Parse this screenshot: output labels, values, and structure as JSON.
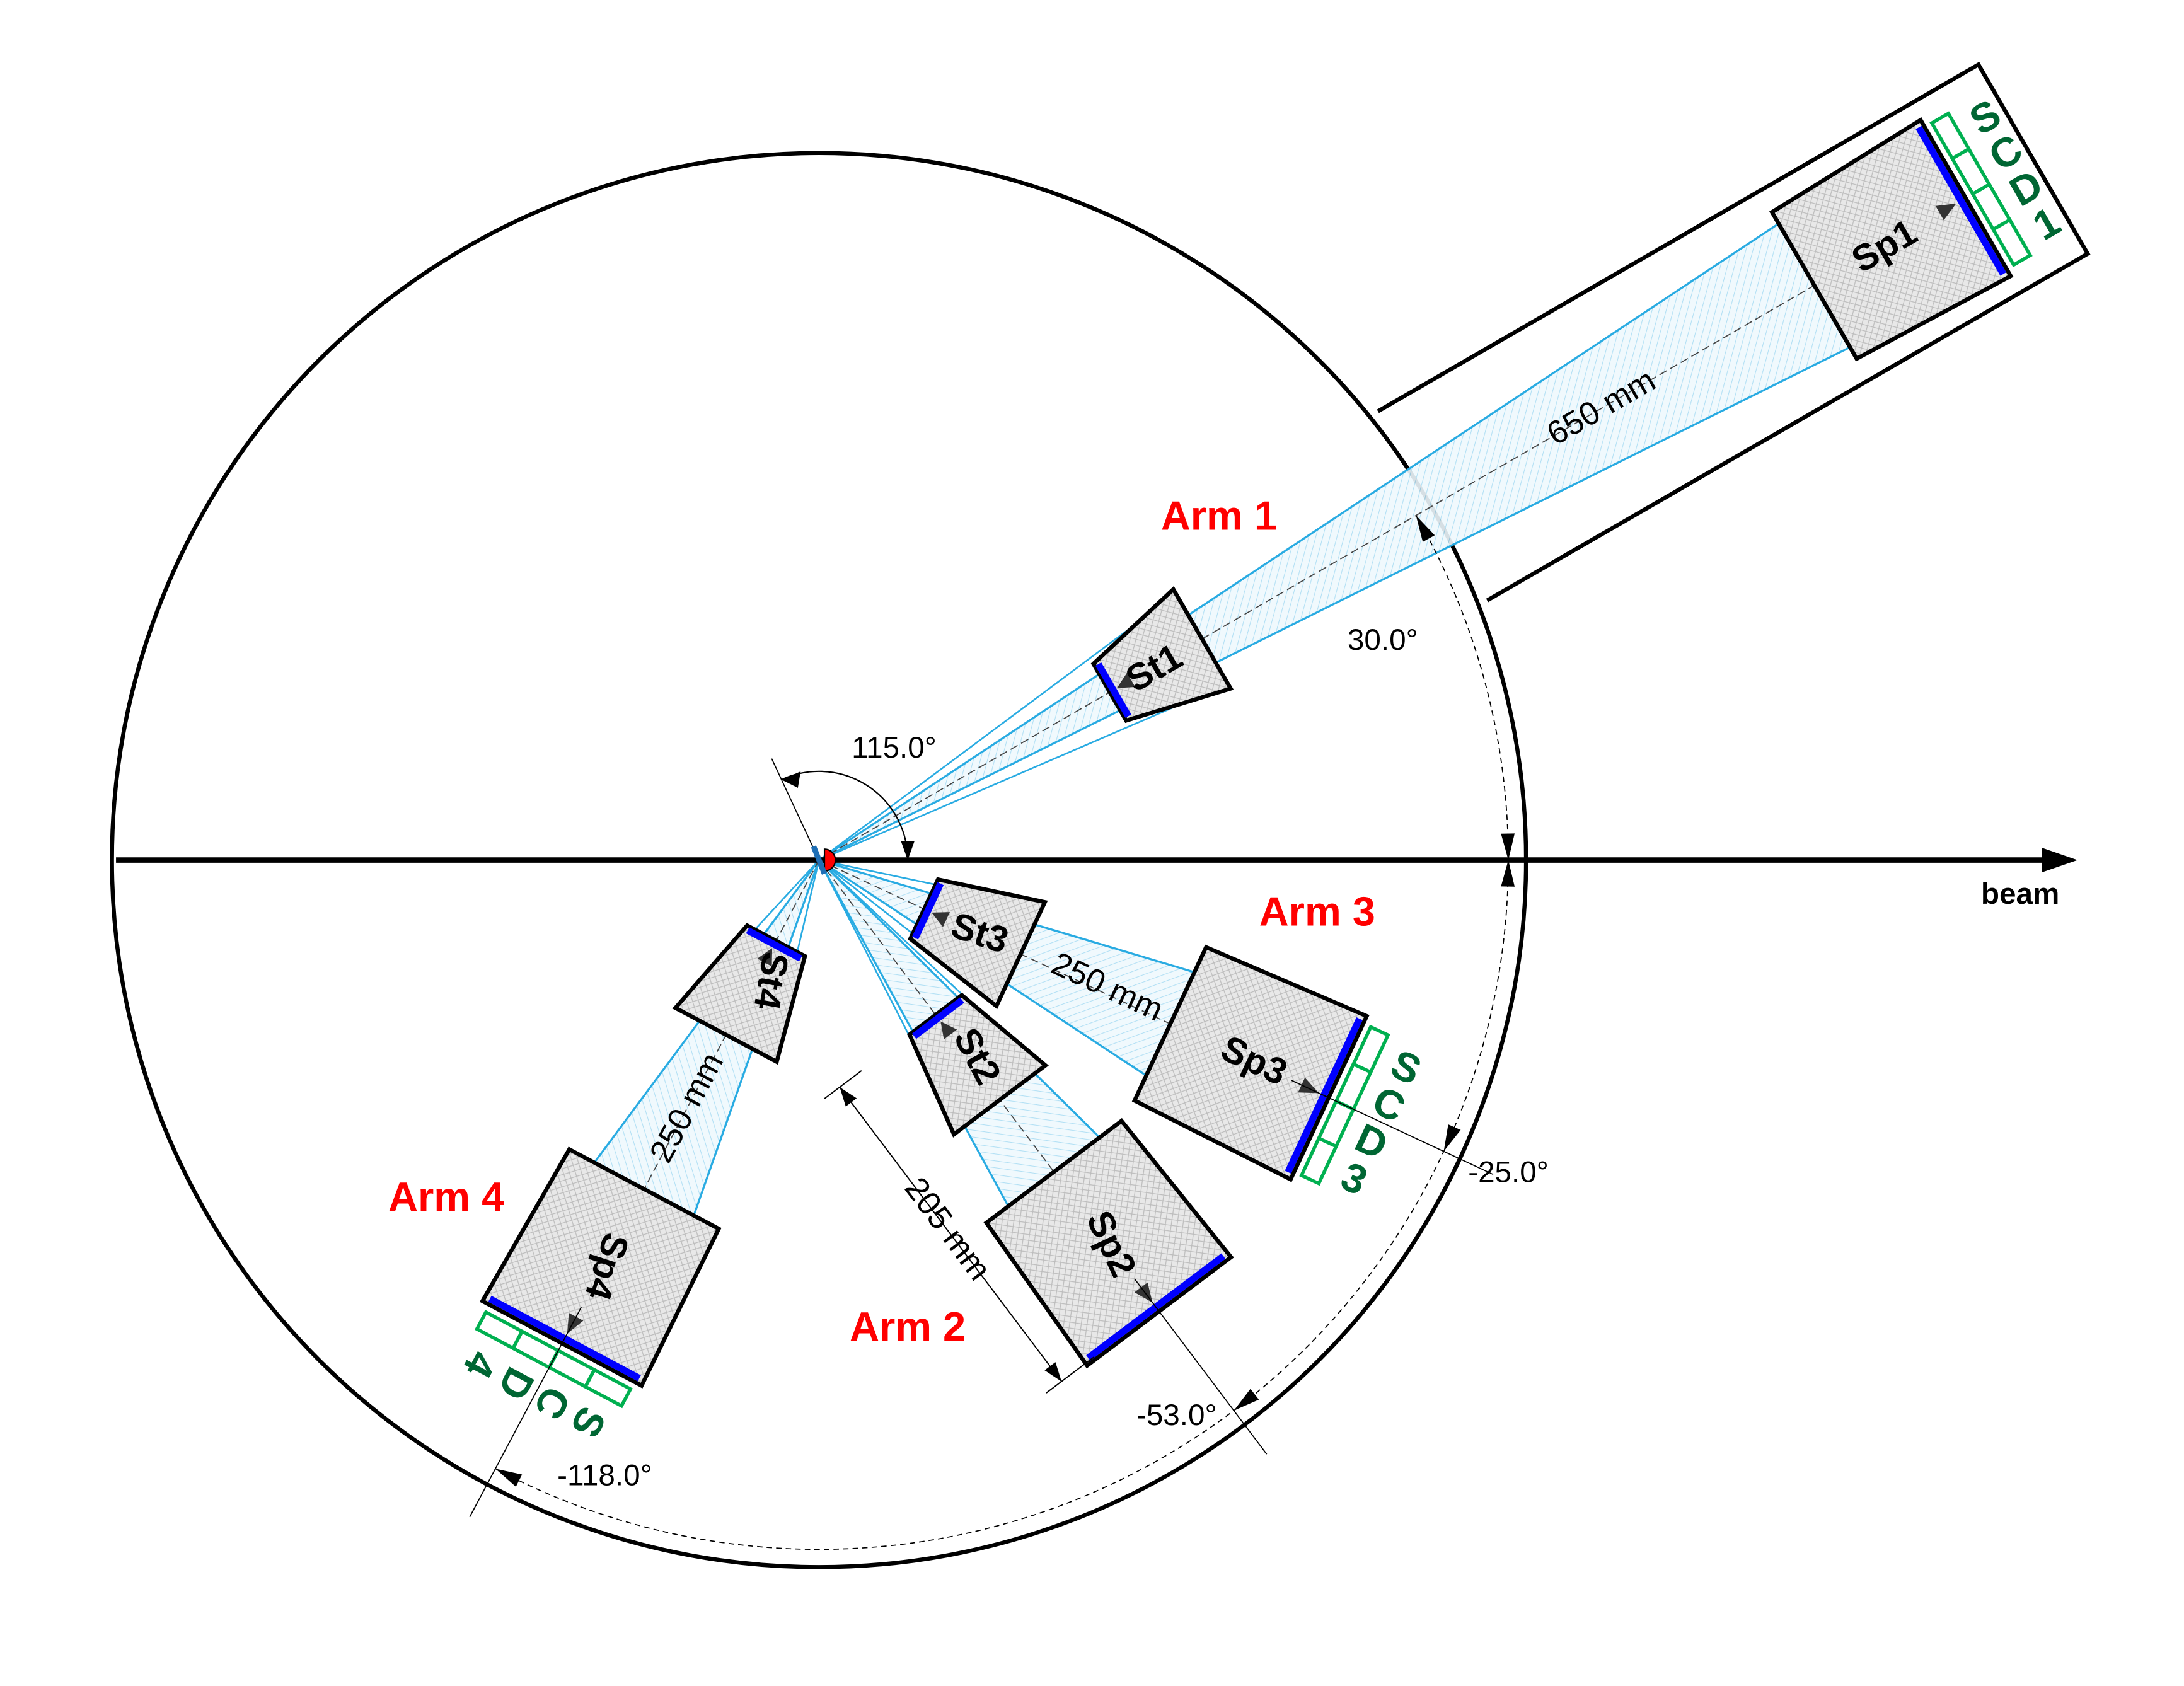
{
  "beam_label": "beam",
  "target_angle_label": "115.0°",
  "colors": {
    "arm_label": "#ff0000",
    "detector_letters": "#006633",
    "detector_boxes": "#00b050",
    "sensitive_face": "#0000ff",
    "acceptance_lines": "#29abe2",
    "target": "#ff0000"
  },
  "arms": [
    {
      "name": "Arm 1",
      "angle_deg": 30,
      "angle_label": "30.0°",
      "distance_label": "650 mm",
      "stop_label": "St1",
      "spec_label": "Sp1",
      "detector_letters": [
        "S",
        "C",
        "D",
        "1"
      ]
    },
    {
      "name": "Arm 2",
      "angle_deg": -53,
      "angle_label": "-53.0°",
      "distance_label": "205 mm",
      "stop_label": "St2",
      "spec_label": "Sp2",
      "detector_letters": []
    },
    {
      "name": "Arm 3",
      "angle_deg": -25,
      "angle_label": "-25.0°",
      "distance_label": "250 mm",
      "stop_label": "St3",
      "spec_label": "Sp3",
      "detector_letters": [
        "S",
        "C",
        "D",
        "3"
      ]
    },
    {
      "name": "Arm 4",
      "angle_deg": -118,
      "angle_label": "-118.0°",
      "distance_label": "250 mm",
      "stop_label": "St4",
      "spec_label": "Sp4",
      "detector_letters": [
        "S",
        "C",
        "D",
        "4"
      ]
    }
  ]
}
